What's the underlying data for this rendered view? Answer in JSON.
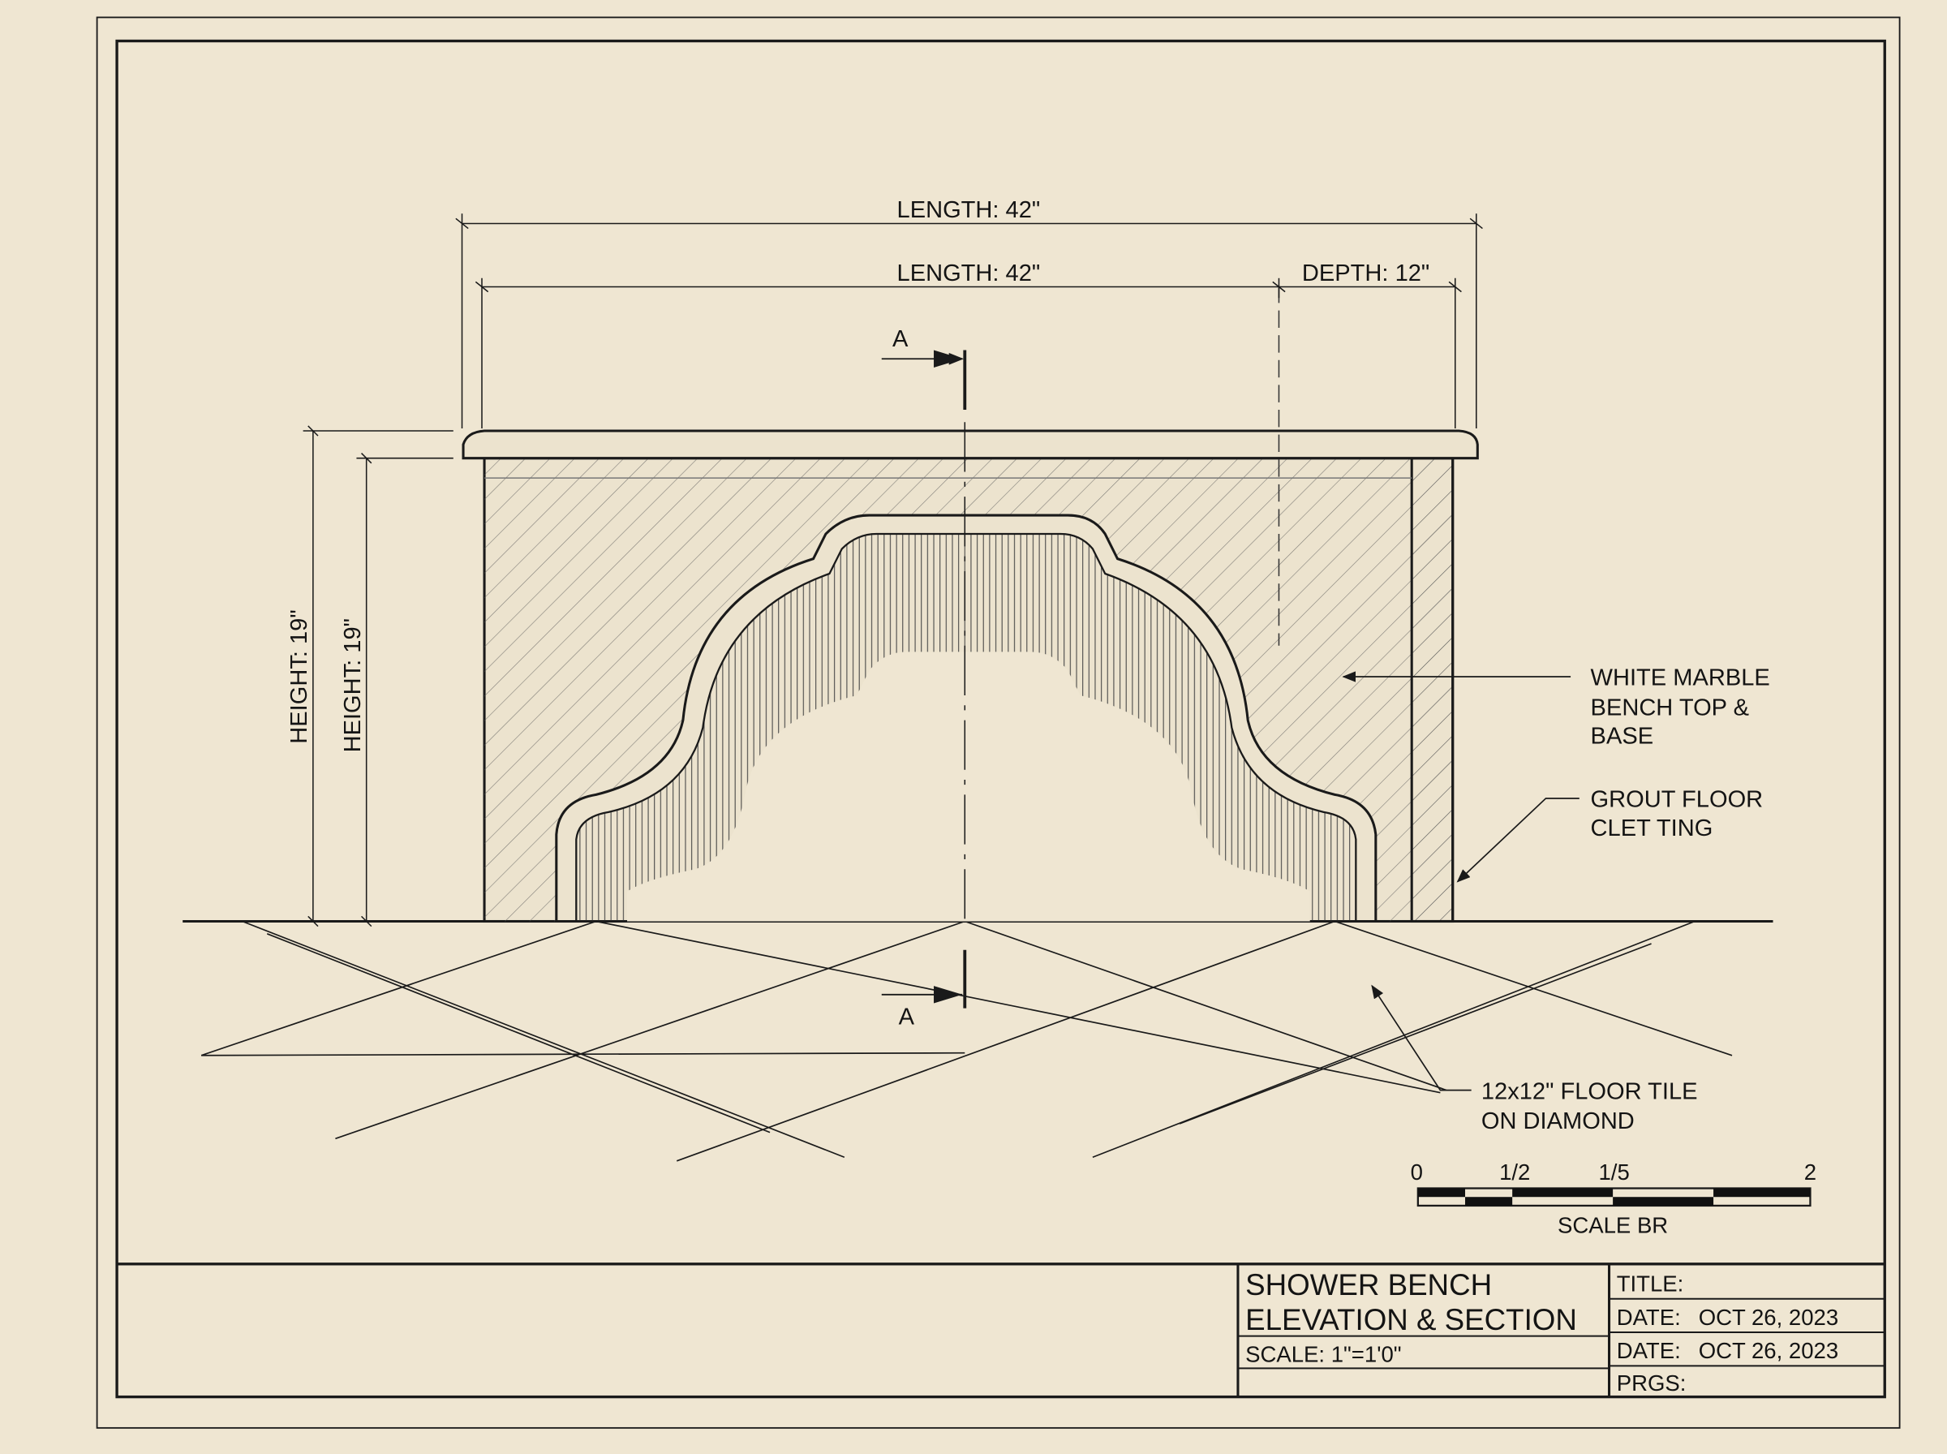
{
  "dimensions": {
    "overall_length": "LENGTH: 42\"",
    "base_length": "LENGTH: 42\"",
    "depth": "DEPTH: 12\"",
    "overall_height": "HEIGHT: 19\"",
    "base_height": "HEIGHT: 19\""
  },
  "section_marker": {
    "top": "A",
    "bottom": "A"
  },
  "callouts": {
    "marble": [
      "WHITE MARBLE",
      "BENCH TOP &",
      "BASE"
    ],
    "grout": [
      "GROUT FLOOR",
      "CLET TING"
    ],
    "tile": [
      "12x12\" FLOOR TILE",
      "ON DIAMOND"
    ]
  },
  "scale_bar": {
    "ticks": [
      "0",
      "1/2",
      "1/5",
      "2"
    ],
    "label": "SCALE BR"
  },
  "title_block": {
    "title_line1": "SHOWER BENCH",
    "title_line2": "ELEVATION & SECTION",
    "scale": "SCALE: 1\"=1'0\"",
    "title_field": "TITLE:",
    "date1_label": "DATE:",
    "date1_value": "OCT 26, 2023",
    "date2_label": "DATE:",
    "date2_value": "OCT 26, 2023",
    "prgs": "PRGS:"
  },
  "colors": {
    "paper": "#efe6d2",
    "ink": "#1a1a1a"
  }
}
